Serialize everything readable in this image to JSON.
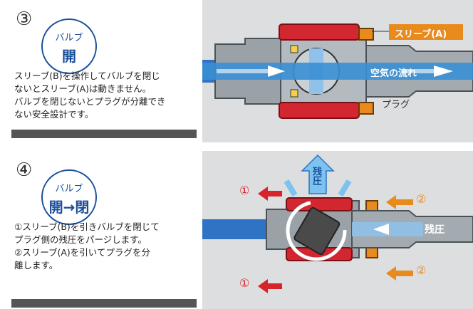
{
  "step3": {
    "number": "③",
    "badge_top": "バルブ",
    "badge_state": "開",
    "description": "スリーブ(B)を操作してバルブを閉じ\nないとスリーブ(A)は動きません。\nバルブを閉じないとプラグが分離でき\nない安全設計です。",
    "sleeve_label": "スリーブ(A)",
    "air_flow_label": "空気の流れ",
    "plug_label": "プラグ"
  },
  "step4": {
    "number": "④",
    "badge_top": "バルブ",
    "badge_state": "開→閉",
    "description": "①スリーブ(B)を引きバルブを閉じて\n  プラグ側の残圧をパージします。\n②スリーブ(A)を引いてプラグを分\n  離します。",
    "residual_up_label": "残圧",
    "residual_right_label": "残圧",
    "marker_1": "①",
    "marker_2": "②"
  },
  "colors": {
    "badge_blue": "#1b4f9c",
    "sleeve_orange": "#e98a1c",
    "marker_red": "#d8232a",
    "flow_blue": "#3a8fd4",
    "sleeve_red": "#d22630"
  }
}
